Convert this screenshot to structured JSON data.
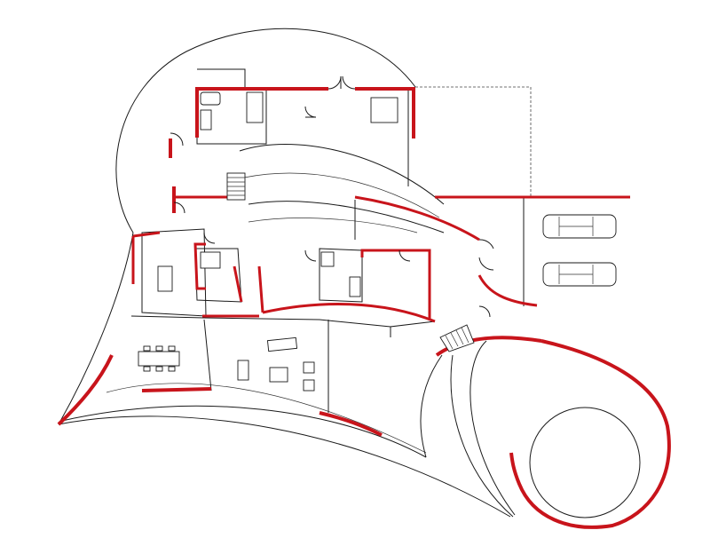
{
  "diagram": {
    "type": "architectural-floor-plan",
    "colors": {
      "wall": "#c8141b",
      "line": "#1a1a1a",
      "background": "#ffffff"
    },
    "elements": {
      "cars": 2,
      "circular_features": 2,
      "dining_table": 1,
      "staircases": 2
    }
  }
}
